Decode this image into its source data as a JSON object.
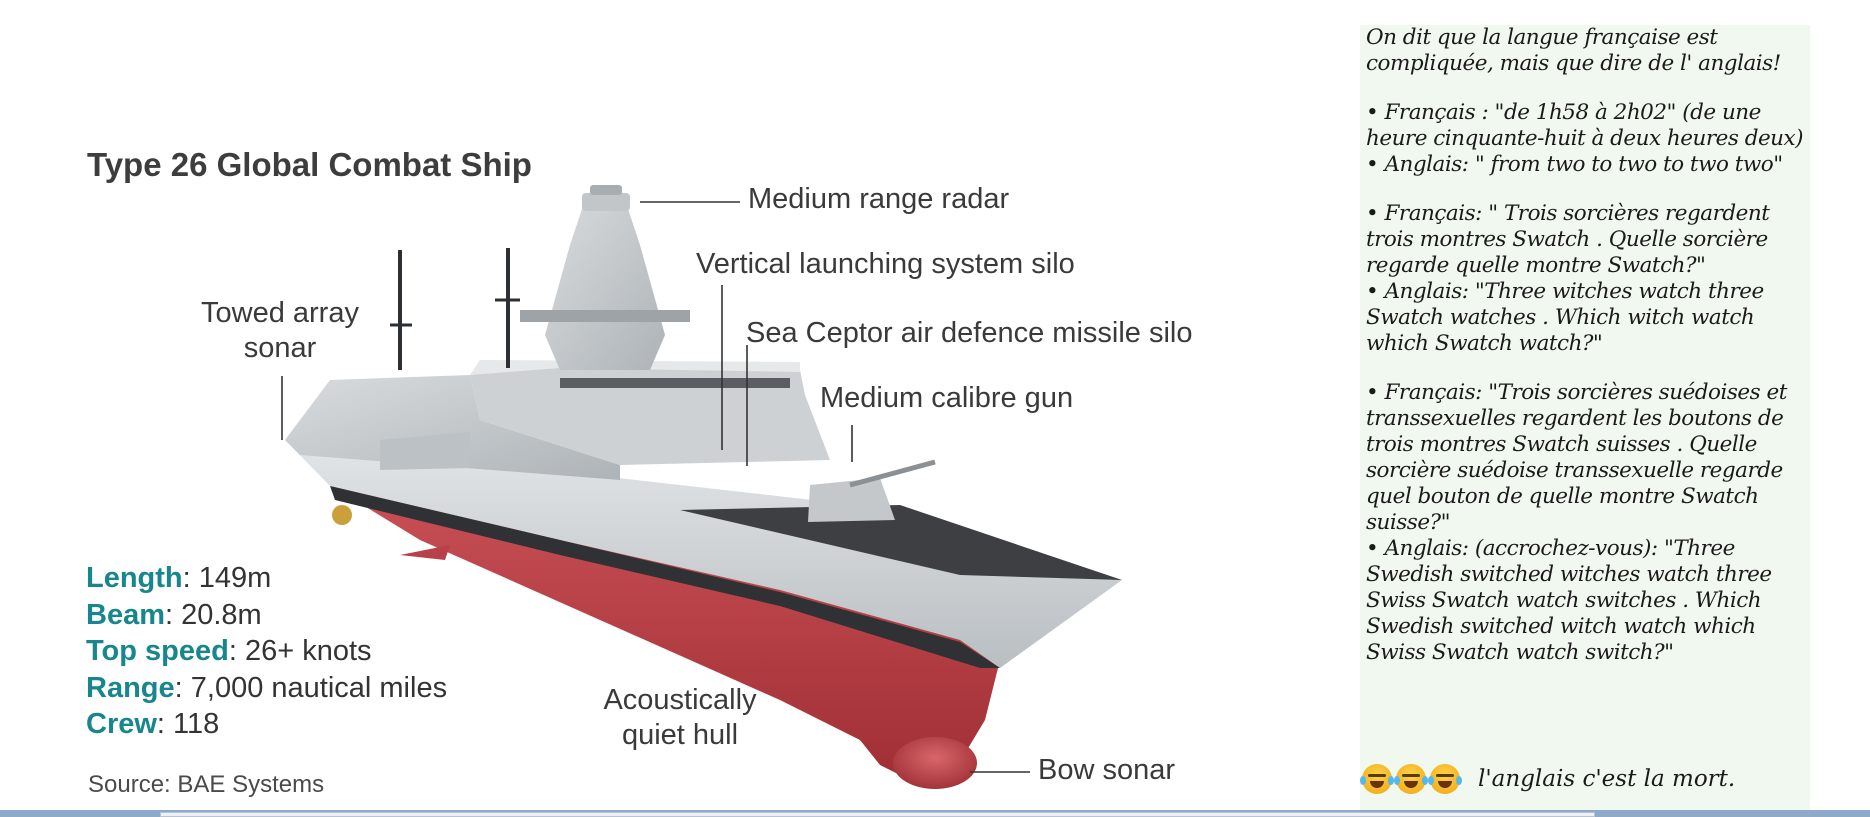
{
  "infographic": {
    "title": "Type 26 Global Combat Ship",
    "labels": {
      "radar": "Medium range radar",
      "vls": "Vertical launching system silo",
      "towed_line1": "Towed array",
      "towed_line2": "sonar",
      "sea_ceptor": "Sea Ceptor air defence missile silo",
      "gun": "Medium calibre gun",
      "hull_line1": "Acoustically",
      "hull_line2": "quiet hull",
      "bow": "Bow sonar"
    },
    "specs": [
      {
        "key": "Length",
        "value": ": 149m"
      },
      {
        "key": "Beam",
        "value": ": 20.8m"
      },
      {
        "key": "Top speed",
        "value": ": 26+ knots"
      },
      {
        "key": "Range",
        "value": ": 7,000 nautical miles"
      },
      {
        "key": "Crew",
        "value": ": 118"
      }
    ],
    "source": "Source: BAE Systems"
  },
  "note": {
    "paragraphs": [
      "On dit que la langue française est compliquée, mais que dire de l' anglais!",
      "• Français : \"de 1h58 à 2h02\" (de une heure cinquante-huit à deux heures deux)\n• Anglais: \" from two to two to two two\"",
      "• Français: \" Trois sorcières regardent trois montres Swatch . Quelle sorcière regarde quelle montre Swatch?\"\n• Anglais: \"Three witches watch three Swatch watches . Which witch watch which Swatch watch?\"",
      "• Français: \"Trois sorcières suédoises et transsexuelles regardent les boutons de trois montres Swatch suisses . Quelle sorcière suédoise transsexuelle regarde quel bouton de quelle montre Swatch suisse?\"\n• Anglais: (accrochez-vous): \"Three Swedish switched witches watch three Swiss Swatch watch switches . Which Swedish switched witch watch which Swiss Swatch watch switch?\""
    ],
    "footer": "l'anglais c'est la mort.",
    "emoji_icon": "tears-of-joy-emoji-icon"
  },
  "colors": {
    "spec_key": "#17868d",
    "hull_red": "#c4494e",
    "hull_grey": "#c9cdd0",
    "note_bg": "#f1f8ef"
  }
}
